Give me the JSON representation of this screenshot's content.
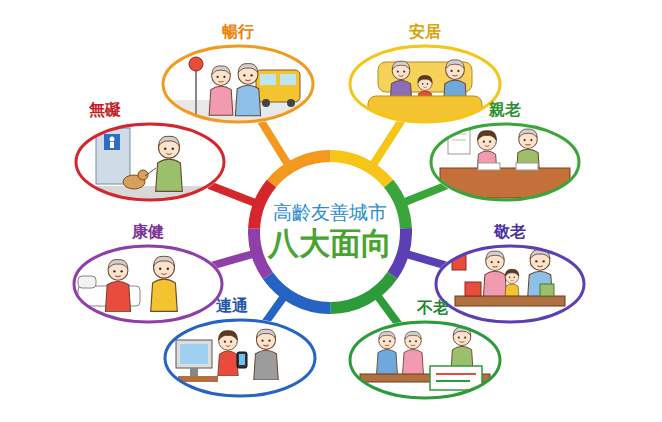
{
  "diagram": {
    "nodes": [
      {
        "text": [
          "高齡友善城市",
          "八大面向"
        ]
      },
      {
        "text": [
          "暢行"
        ]
      },
      {
        "text": [
          "安居"
        ]
      },
      {
        "text": [
          "親老"
        ]
      },
      {
        "text": [
          "敬老"
        ]
      },
      {
        "text": [
          "不老"
        ]
      },
      {
        "text": [
          "連通"
        ]
      },
      {
        "text": [
          "康健"
        ]
      },
      {
        "text": [
          "無礙"
        ]
      }
    ],
    "edges": [
      {
        "from": 0,
        "to": 1,
        "arrow": "none"
      },
      {
        "from": 0,
        "to": 2,
        "arrow": "none"
      },
      {
        "from": 0,
        "to": 3,
        "arrow": "none"
      },
      {
        "from": 0,
        "to": 4,
        "arrow": "none"
      },
      {
        "from": 0,
        "to": 5,
        "arrow": "none"
      },
      {
        "from": 0,
        "to": 6,
        "arrow": "none"
      },
      {
        "from": 0,
        "to": 7,
        "arrow": "none"
      },
      {
        "from": 0,
        "to": 8,
        "arrow": "none"
      }
    ]
  }
}
